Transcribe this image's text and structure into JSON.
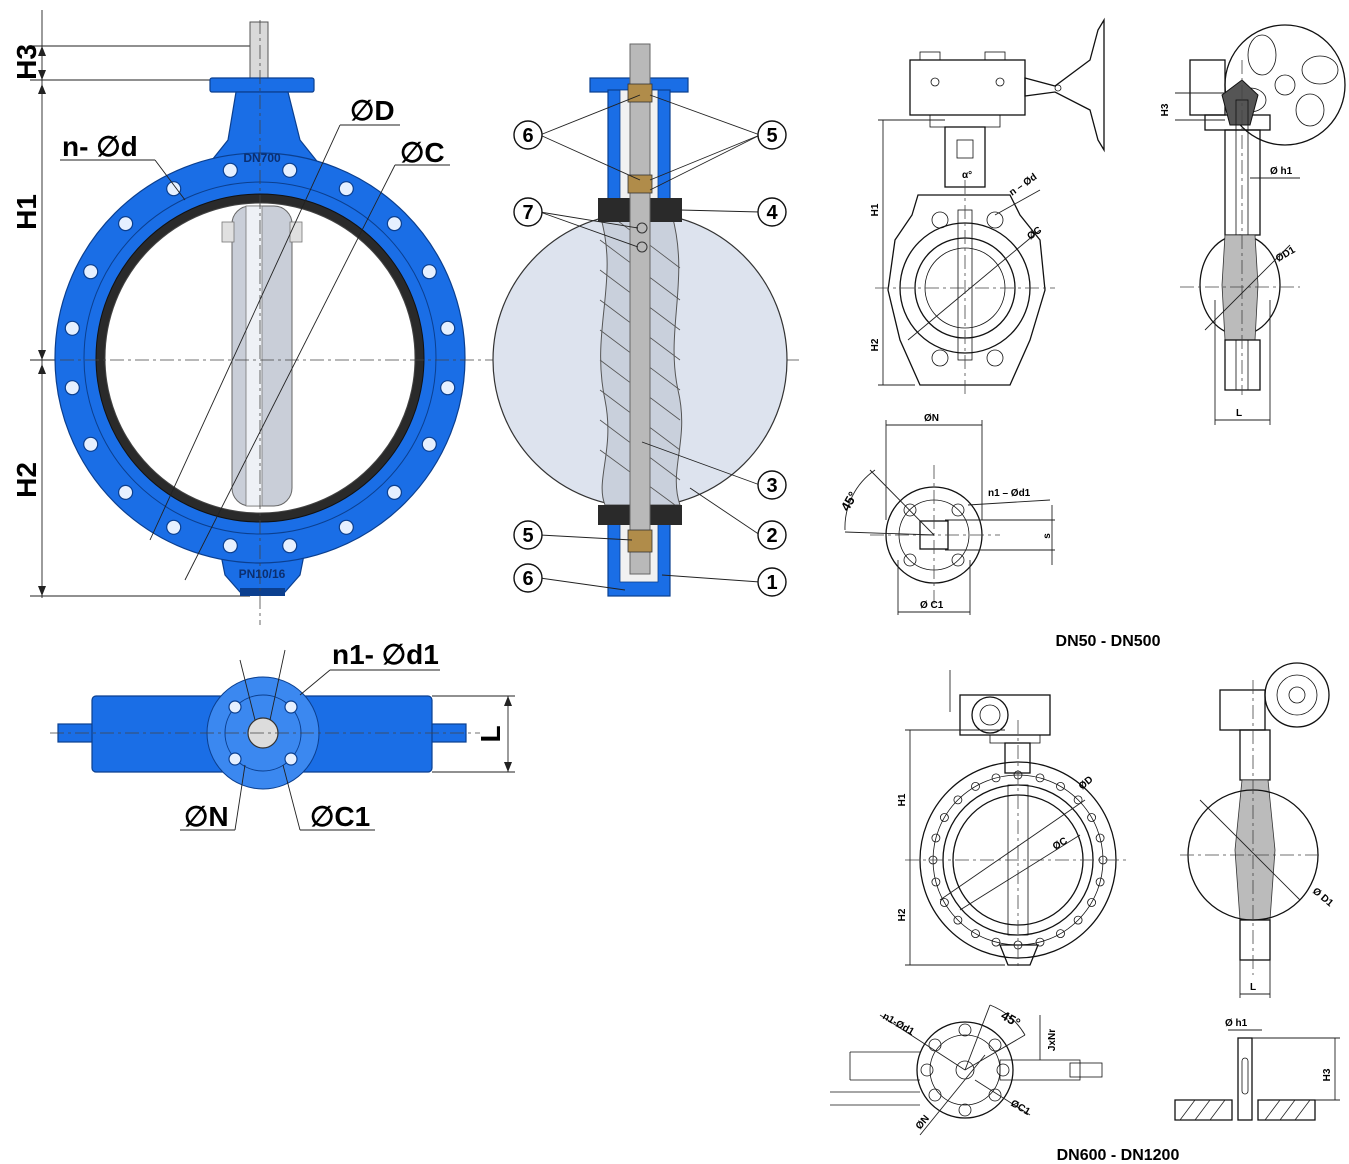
{
  "front_view": {
    "labels": {
      "h3": "H3",
      "h1": "H1",
      "h2": "H2",
      "n_d": "n- ∅d",
      "phi_d": "∅D",
      "phi_c": "∅C",
      "casting_top": "DN700",
      "casting_bottom": "PN10/16"
    }
  },
  "top_view": {
    "labels": {
      "n1_d1": "n1- ∅d1",
      "phi_n": "∅N",
      "phi_c1": "∅C1",
      "l": "L"
    }
  },
  "section_view": {
    "callouts": [
      "1",
      "2",
      "3",
      "4",
      "5",
      "6",
      "7"
    ]
  },
  "small_series": {
    "caption": "DN50 - DN500",
    "labels": {
      "h1": "H1",
      "h2": "H2",
      "h3": "H3",
      "alpha": "α°",
      "n_d": "n – Ød",
      "phi_c": "ØC",
      "phi_h1": "Ø h1",
      "phi_d1": "ØD1",
      "l": "L",
      "phi_n": "ØN",
      "angle": "45°",
      "n1_d1": "n1 – Ød1",
      "s": "s",
      "phi_c1": "Ø C1"
    }
  },
  "large_series": {
    "caption": "DN600 - DN1200",
    "labels": {
      "h1": "H1",
      "h2": "H2",
      "phi_d": "ØD",
      "phi_c": "ØC",
      "phi_d1": "Ø D1",
      "l": "L",
      "n1_d1": "n1-Ød1",
      "angle": "45°",
      "jxnr": "JxNr",
      "phi_n": "ØN",
      "phi_c1": "ØC1",
      "phi_h1": "Ø h1",
      "h3": "H3"
    }
  },
  "colors": {
    "casting_blue": "#1a6ee6",
    "casting_dark": "#0b3f8f",
    "disc_gray": "#dde3ee",
    "shaft_gray": "#b9b9b9",
    "seal_black": "#2a2a2a",
    "bushing_brass": "#b08c4a"
  }
}
